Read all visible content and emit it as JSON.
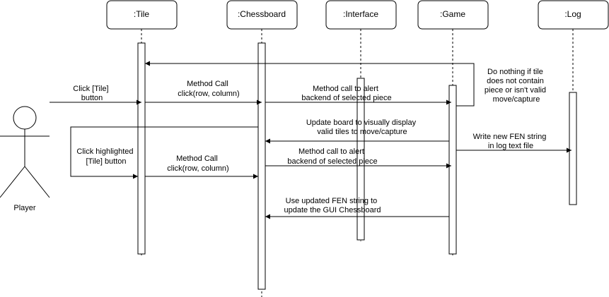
{
  "lifelines": [
    {
      "id": "tile",
      "label": ":Tile"
    },
    {
      "id": "chessboard",
      "label": ":Chessboard"
    },
    {
      "id": "interface",
      "label": ":Interface"
    },
    {
      "id": "game",
      "label": ":Game"
    },
    {
      "id": "log",
      "label": ":Log"
    }
  ],
  "actor": {
    "label": "Player"
  },
  "messages": [
    {
      "id": "m1",
      "lines": [
        "Click [Tile]",
        "button"
      ]
    },
    {
      "id": "m2",
      "lines": [
        "Method Call",
        "click(row, column)"
      ]
    },
    {
      "id": "m3",
      "lines": [
        "Method call to alert",
        "backend of selected piece"
      ]
    },
    {
      "id": "m4",
      "lines": [
        "Do nothing if tile",
        "does not contain",
        "piece or isn't valid",
        "move/capture"
      ]
    },
    {
      "id": "m5",
      "lines": [
        "Update board to visually display",
        "valid tiles to move/capture"
      ]
    },
    {
      "id": "m6",
      "lines": [
        "Write new FEN string",
        "in log text file"
      ]
    },
    {
      "id": "m7",
      "lines": [
        "Click highlighted",
        "[Tile] button"
      ]
    },
    {
      "id": "m8",
      "lines": [
        "Method Call",
        "click(row, column)"
      ]
    },
    {
      "id": "m9",
      "lines": [
        "Method call to alert",
        "backend of selected piece"
      ]
    },
    {
      "id": "m10",
      "lines": [
        "Use updated FEN string to",
        "update the GUI Chessboard"
      ]
    }
  ],
  "colors": {
    "stroke": "#000000",
    "fill": "#ffffff"
  }
}
